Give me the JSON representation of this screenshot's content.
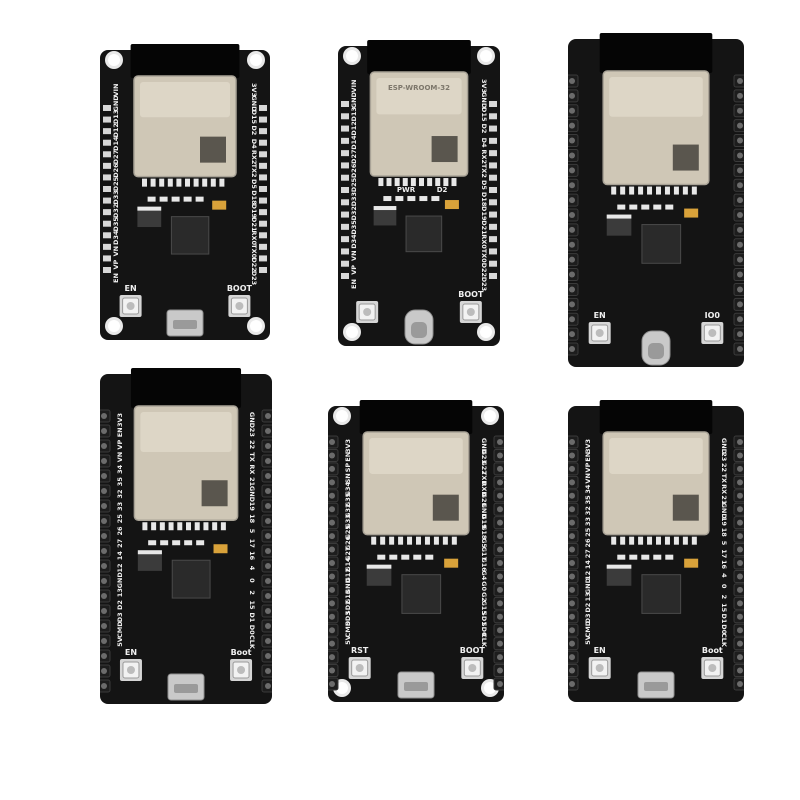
{
  "boards": [
    {
      "button_left": "EN",
      "button_right": "BOOT",
      "pin_labels_left": [
        "VIN",
        "GND",
        "D13",
        "D12",
        "D14",
        "D27",
        "D26",
        "D25",
        "D33",
        "D32",
        "D35",
        "D34",
        "VN",
        "VP",
        "EN"
      ],
      "pin_labels_right": [
        "3V3",
        "GND",
        "D15",
        "D2",
        "D4",
        "RX2",
        "TX2",
        "D5",
        "D18",
        "D19",
        "D21",
        "RX0",
        "TX0",
        "D22",
        "D23"
      ]
    },
    {
      "button_left": "",
      "button_right": "BOOT",
      "module_text": "ESP-WROOM-32",
      "led_labels": [
        "PWR",
        "D2"
      ],
      "pin_labels_left": [
        "VIN",
        "GND",
        "D13",
        "D12",
        "D14",
        "D27",
        "D26",
        "D25",
        "D33",
        "D32",
        "D35",
        "D34",
        "VN",
        "VP",
        "EN"
      ],
      "pin_labels_right": [
        "3V3",
        "GND",
        "D15",
        "D2",
        "D4",
        "RX2",
        "TX2",
        "D5",
        "D18",
        "D19",
        "D21",
        "RX0",
        "TX0",
        "D22",
        "D23"
      ]
    },
    {
      "button_left": "EN",
      "button_right": "IO0",
      "pin_labels_left": [],
      "pin_labels_right": []
    },
    {
      "button_left": "EN",
      "button_right": "Boot",
      "pin_labels_left": [
        "3V3",
        "EN",
        "VP",
        "VN",
        "34",
        "35",
        "32",
        "33",
        "25",
        "26",
        "27",
        "14",
        "12",
        "GND",
        "13",
        "D2",
        "D3",
        "CMD",
        "5V"
      ],
      "pin_labels_right": [
        "GND",
        "23",
        "22",
        "TX",
        "RX",
        "21",
        "GND",
        "19",
        "18",
        "5",
        "17",
        "16",
        "4",
        "0",
        "2",
        "15",
        "D1",
        "D0",
        "CLK"
      ]
    },
    {
      "button_left": "RST",
      "button_right": "BOOT",
      "pin_labels_left": [
        "3V3",
        "EN",
        "SP",
        "SN",
        "G34",
        "G35",
        "G32",
        "G33",
        "G25",
        "G26",
        "G27",
        "G14",
        "G12",
        "GND",
        "G13",
        "SD2",
        "SD3",
        "CMD",
        "5V"
      ],
      "pin_labels_right": [
        "GND",
        "G23",
        "G22",
        "TXD",
        "RXD",
        "G21",
        "GND",
        "G19",
        "G18",
        "G5",
        "G17",
        "G16",
        "G4",
        "G0",
        "G2",
        "G15",
        "SD1",
        "SD0",
        "CLK"
      ]
    },
    {
      "button_left": "EN",
      "button_right": "Boot",
      "pin_labels_left": [
        "3V3",
        "EN",
        "VP",
        "VN",
        "34",
        "35",
        "32",
        "33",
        "25",
        "26",
        "27",
        "14",
        "12",
        "GND",
        "13",
        "D2",
        "D3",
        "CMD",
        "5V"
      ],
      "pin_labels_right": [
        "GND",
        "23",
        "22",
        "TX",
        "RX",
        "21",
        "GND",
        "19",
        "18",
        "5",
        "17",
        "16",
        "4",
        "0",
        "2",
        "15",
        "D1",
        "D0",
        "CLK"
      ]
    }
  ],
  "colors": {
    "pcb": "#141414",
    "shield": "#cfc7b6",
    "background": "#ffffff"
  }
}
